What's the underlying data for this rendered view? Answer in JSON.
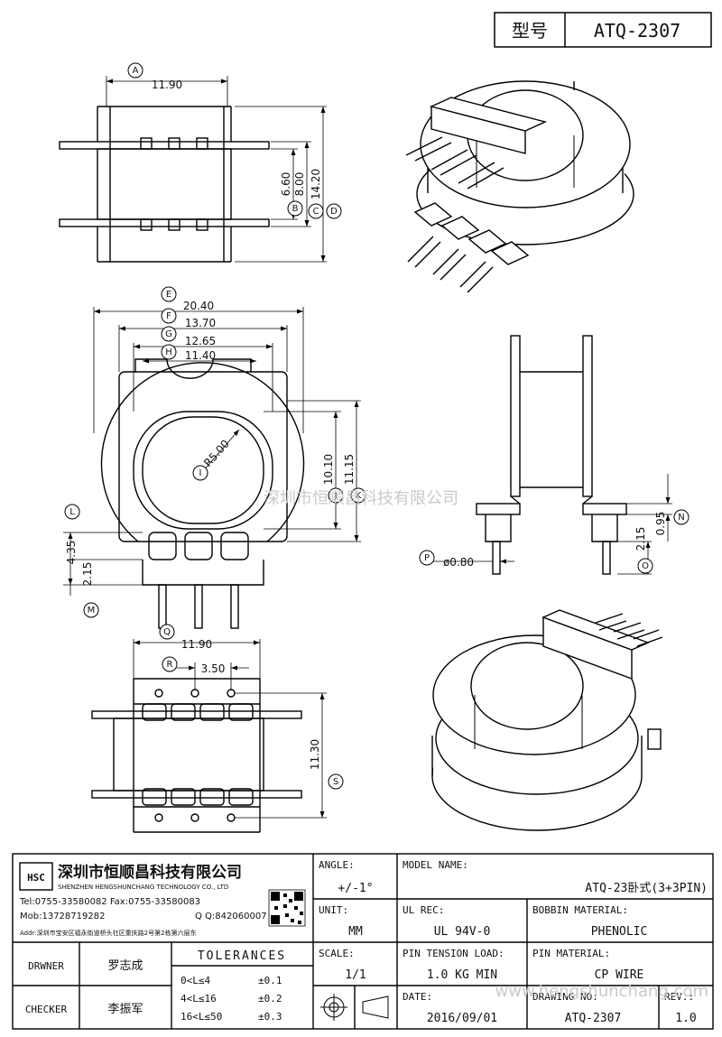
{
  "header": {
    "model_label": "型号",
    "model_value": "ATQ-2307"
  },
  "watermarks": {
    "center": "深圳市恒顺昌科技有限公司",
    "corner": "www.hengshunchang.com"
  },
  "top_view": {
    "dim_a": "11.90",
    "dim_b": "6.60",
    "dim_c": "8.00",
    "dim_d": "14.20"
  },
  "front_view": {
    "dim_e": "20.40",
    "dim_f": "13.70",
    "dim_g": "12.65",
    "dim_h": "11.40",
    "radius": "R5.00",
    "dim_j": "10.10",
    "dim_k": "11.15",
    "dim_l": "4.35",
    "dim_m": "2.15"
  },
  "side_view": {
    "dim_n": "0.95",
    "dim_o": "2.15",
    "dim_p": "ø0.80"
  },
  "bottom_view": {
    "dim_q": "11.90",
    "dim_r": "3.50",
    "dim_s": "11.30"
  },
  "callouts": [
    "A",
    "B",
    "C",
    "D",
    "E",
    "F",
    "G",
    "H",
    "I",
    "J",
    "K",
    "L",
    "M",
    "N",
    "O",
    "P",
    "Q",
    "R",
    "S"
  ],
  "company": {
    "logo": "HSC",
    "name_cn": "深圳市恒顺昌科技有限公司",
    "name_en": "SHENZHEN HENGSHUNCHANG TECHNOLOGY CO., LTD",
    "tel": "Tel:0755-33580082 Fax:0755-33580083",
    "mob": "Mob:13728719282",
    "qq": "Q Q:842060007",
    "addr": "Addr:深圳市宝安区福永街道桥头社区重庆路2号第2栋第六层东"
  },
  "title_block": {
    "angle_label": "ANGLE:",
    "angle_value": "+/-1°",
    "model_name_label": "MODEL NAME:",
    "model_name_value": "ATQ-23卧式(3+3PIN)",
    "unit_label": "UNIT:",
    "unit_value": "MM",
    "ul_rec_label": "UL REC:",
    "ul_rec_value": "UL 94V-0",
    "bobbin_material_label": "BOBBIN MATERIAL:",
    "bobbin_material_value": "PHENOLIC",
    "drwner_label": "DRWNER",
    "drwner_value": "罗志成",
    "checker_label": "CHECKER",
    "checker_value": "李振军",
    "tolerances_label": "TOLERANCES",
    "tolerances": [
      {
        "range": "0<L≤4",
        "tol": "±0.1"
      },
      {
        "range": "4<L≤16",
        "tol": "±0.2"
      },
      {
        "range": "16<L≤50",
        "tol": "±0.3"
      }
    ],
    "scale_label": "SCALE:",
    "scale_value": "1/1",
    "pin_tension_label": "PIN TENSION LOAD:",
    "pin_tension_value": "1.0 KG MIN",
    "pin_material_label": "PIN MATERIAL:",
    "pin_material_value": "CP WIRE",
    "date_label": "DATE:",
    "date_value": "2016/09/01",
    "drawing_no_label": "DRAWING NO:",
    "drawing_no_value": "ATQ-2307",
    "rev_label": "REV.:",
    "rev_value": "1.0"
  }
}
